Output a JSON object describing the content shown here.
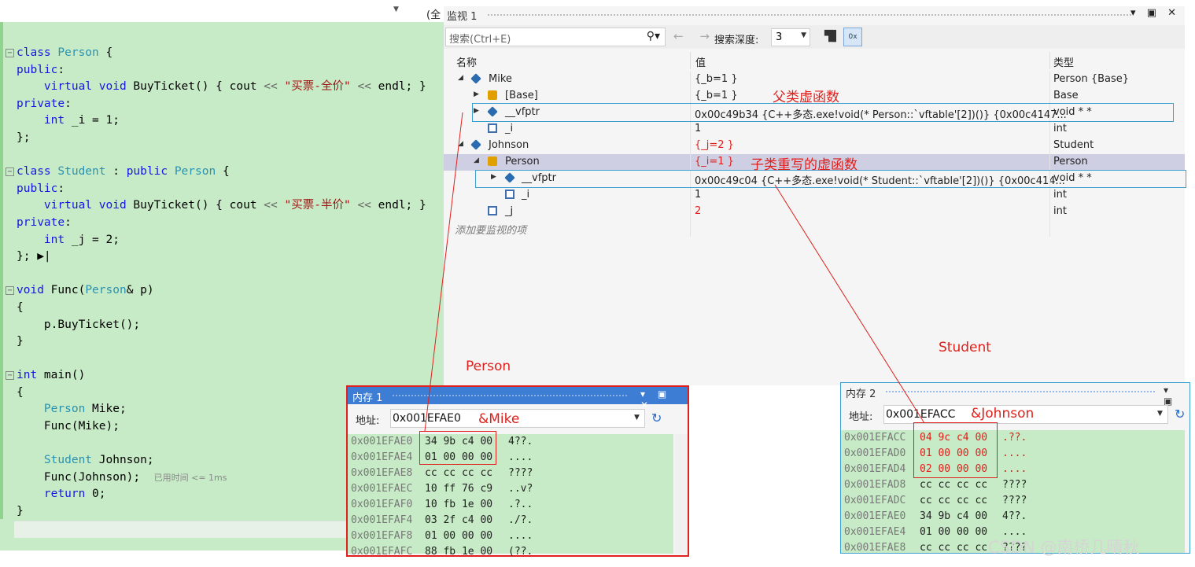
{
  "editor": {
    "scope_label": "(全",
    "fold_collapse_glyph": "−",
    "lines": [
      "class Person {",
      "public:",
      "    virtual void BuyTicket() { cout << \"买票-全价\" << endl; }",
      "private:",
      "    int _i = 1;",
      "};",
      "",
      "class Student : public Person {",
      "public:",
      "    virtual void BuyTicket() { cout << \"买票-半价\" << endl; }",
      "private:",
      "    int _j = 2;",
      "}; ▶|",
      "",
      "void Func(Person& p)",
      "{",
      "    p.BuyTicket();",
      "}",
      "",
      "int main()",
      "{",
      "    Person Mike;",
      "    Func(Mike);",
      "",
      "    Student Johnson;",
      "    Func(Johnson);",
      "    return 0;",
      "}"
    ],
    "elapsed_hint": "已用时间 <= 1ms"
  },
  "watch": {
    "title": "监视 1",
    "window_buttons": "▾ ▣ ✕",
    "search_placeholder": "搜索(Ctrl+E)",
    "search_icon": "search-icon",
    "nav_buttons": "← →",
    "depth_label": "搜索深度:",
    "depth_value": "3",
    "columns": {
      "name": "名称",
      "value": "值",
      "type": "类型"
    },
    "rows": [
      {
        "name": "Mike",
        "value": "{_b=1 }",
        "type": "Person {Base}",
        "red": false
      },
      {
        "name": "[Base]",
        "value": "{_b=1 }",
        "type": "Base",
        "red": false
      },
      {
        "name": "__vfptr",
        "value": "0x00c49b34 {C++多态.exe!void(* Person::`vftable'[2])()} {0x00c4147...",
        "type": "void * *",
        "red": false
      },
      {
        "name": "_i",
        "value": "1",
        "type": "int",
        "red": false
      },
      {
        "name": "Johnson",
        "value": "{_j=2 }",
        "type": "Student",
        "red": true
      },
      {
        "name": "Person",
        "value": "{_i=1 }",
        "type": "Person",
        "red": true
      },
      {
        "name": "__vfptr",
        "value": "0x00c49c04 {C++多态.exe!void(* Student::`vftable'[2])()} {0x00c414...",
        "type": "void * *",
        "red": false
      },
      {
        "name": "_i",
        "value": "1",
        "type": "int",
        "red": false
      },
      {
        "name": "_j",
        "value": "2",
        "type": "int",
        "red": true
      }
    ],
    "add_item_hint": "添加要监视的项"
  },
  "annotations": {
    "parent_virtual": "父类虚函数",
    "child_override": "子类重写的虚函数",
    "person_label": "Person",
    "student_label": "Student",
    "mike_ref": "&Mike",
    "johnson_ref": "&Johnson",
    "color": "#e0201c"
  },
  "memory1": {
    "title": "内存 1",
    "window_buttons": "▾ ▣ ✕",
    "address_label": "地址:",
    "address": "0x001EFAE0",
    "rows": [
      {
        "addr": "0x001EFAE0",
        "bytes": "34 9b c4 00",
        "ascii": "4??."
      },
      {
        "addr": "0x001EFAE4",
        "bytes": "01 00 00 00",
        "ascii": "...."
      },
      {
        "addr": "0x001EFAE8",
        "bytes": "cc cc cc cc",
        "ascii": "????"
      },
      {
        "addr": "0x001EFAEC",
        "bytes": "10 ff 76 c9",
        "ascii": "..v?"
      },
      {
        "addr": "0x001EFAF0",
        "bytes": "10 fb 1e 00",
        "ascii": ".?.."
      },
      {
        "addr": "0x001EFAF4",
        "bytes": "03 2f c4 00",
        "ascii": "./?."
      },
      {
        "addr": "0x001EFAF8",
        "bytes": "01 00 00 00",
        "ascii": "...."
      },
      {
        "addr": "0x001EFAFC",
        "bytes": "88 fb 1e 00",
        "ascii": "(??."
      }
    ]
  },
  "memory2": {
    "title": "内存 2",
    "window_buttons": "▾ ▣",
    "address_label": "地址:",
    "address": "0x001EFACC",
    "rows": [
      {
        "addr": "0x001EFACC",
        "bytes": "04 9c c4 00",
        "ascii": ".??.",
        "hl": true
      },
      {
        "addr": "0x001EFAD0",
        "bytes": "01 00 00 00",
        "ascii": "....",
        "hl": true
      },
      {
        "addr": "0x001EFAD4",
        "bytes": "02 00 00 00",
        "ascii": "....",
        "hl": true
      },
      {
        "addr": "0x001EFAD8",
        "bytes": "cc cc cc cc",
        "ascii": "????",
        "hl": false
      },
      {
        "addr": "0x001EFADC",
        "bytes": "cc cc cc cc",
        "ascii": "????",
        "hl": false
      },
      {
        "addr": "0x001EFAE0",
        "bytes": "34 9b c4 00",
        "ascii": "4??.",
        "hl": false
      },
      {
        "addr": "0x001EFAE4",
        "bytes": "01 00 00 00",
        "ascii": "....",
        "hl": false
      },
      {
        "addr": "0x001EFAE8",
        "bytes": "cc cc cc cc",
        "ascii": "????",
        "hl": false
      }
    ]
  },
  "watermark": "CSDN @南桥几晴秋"
}
